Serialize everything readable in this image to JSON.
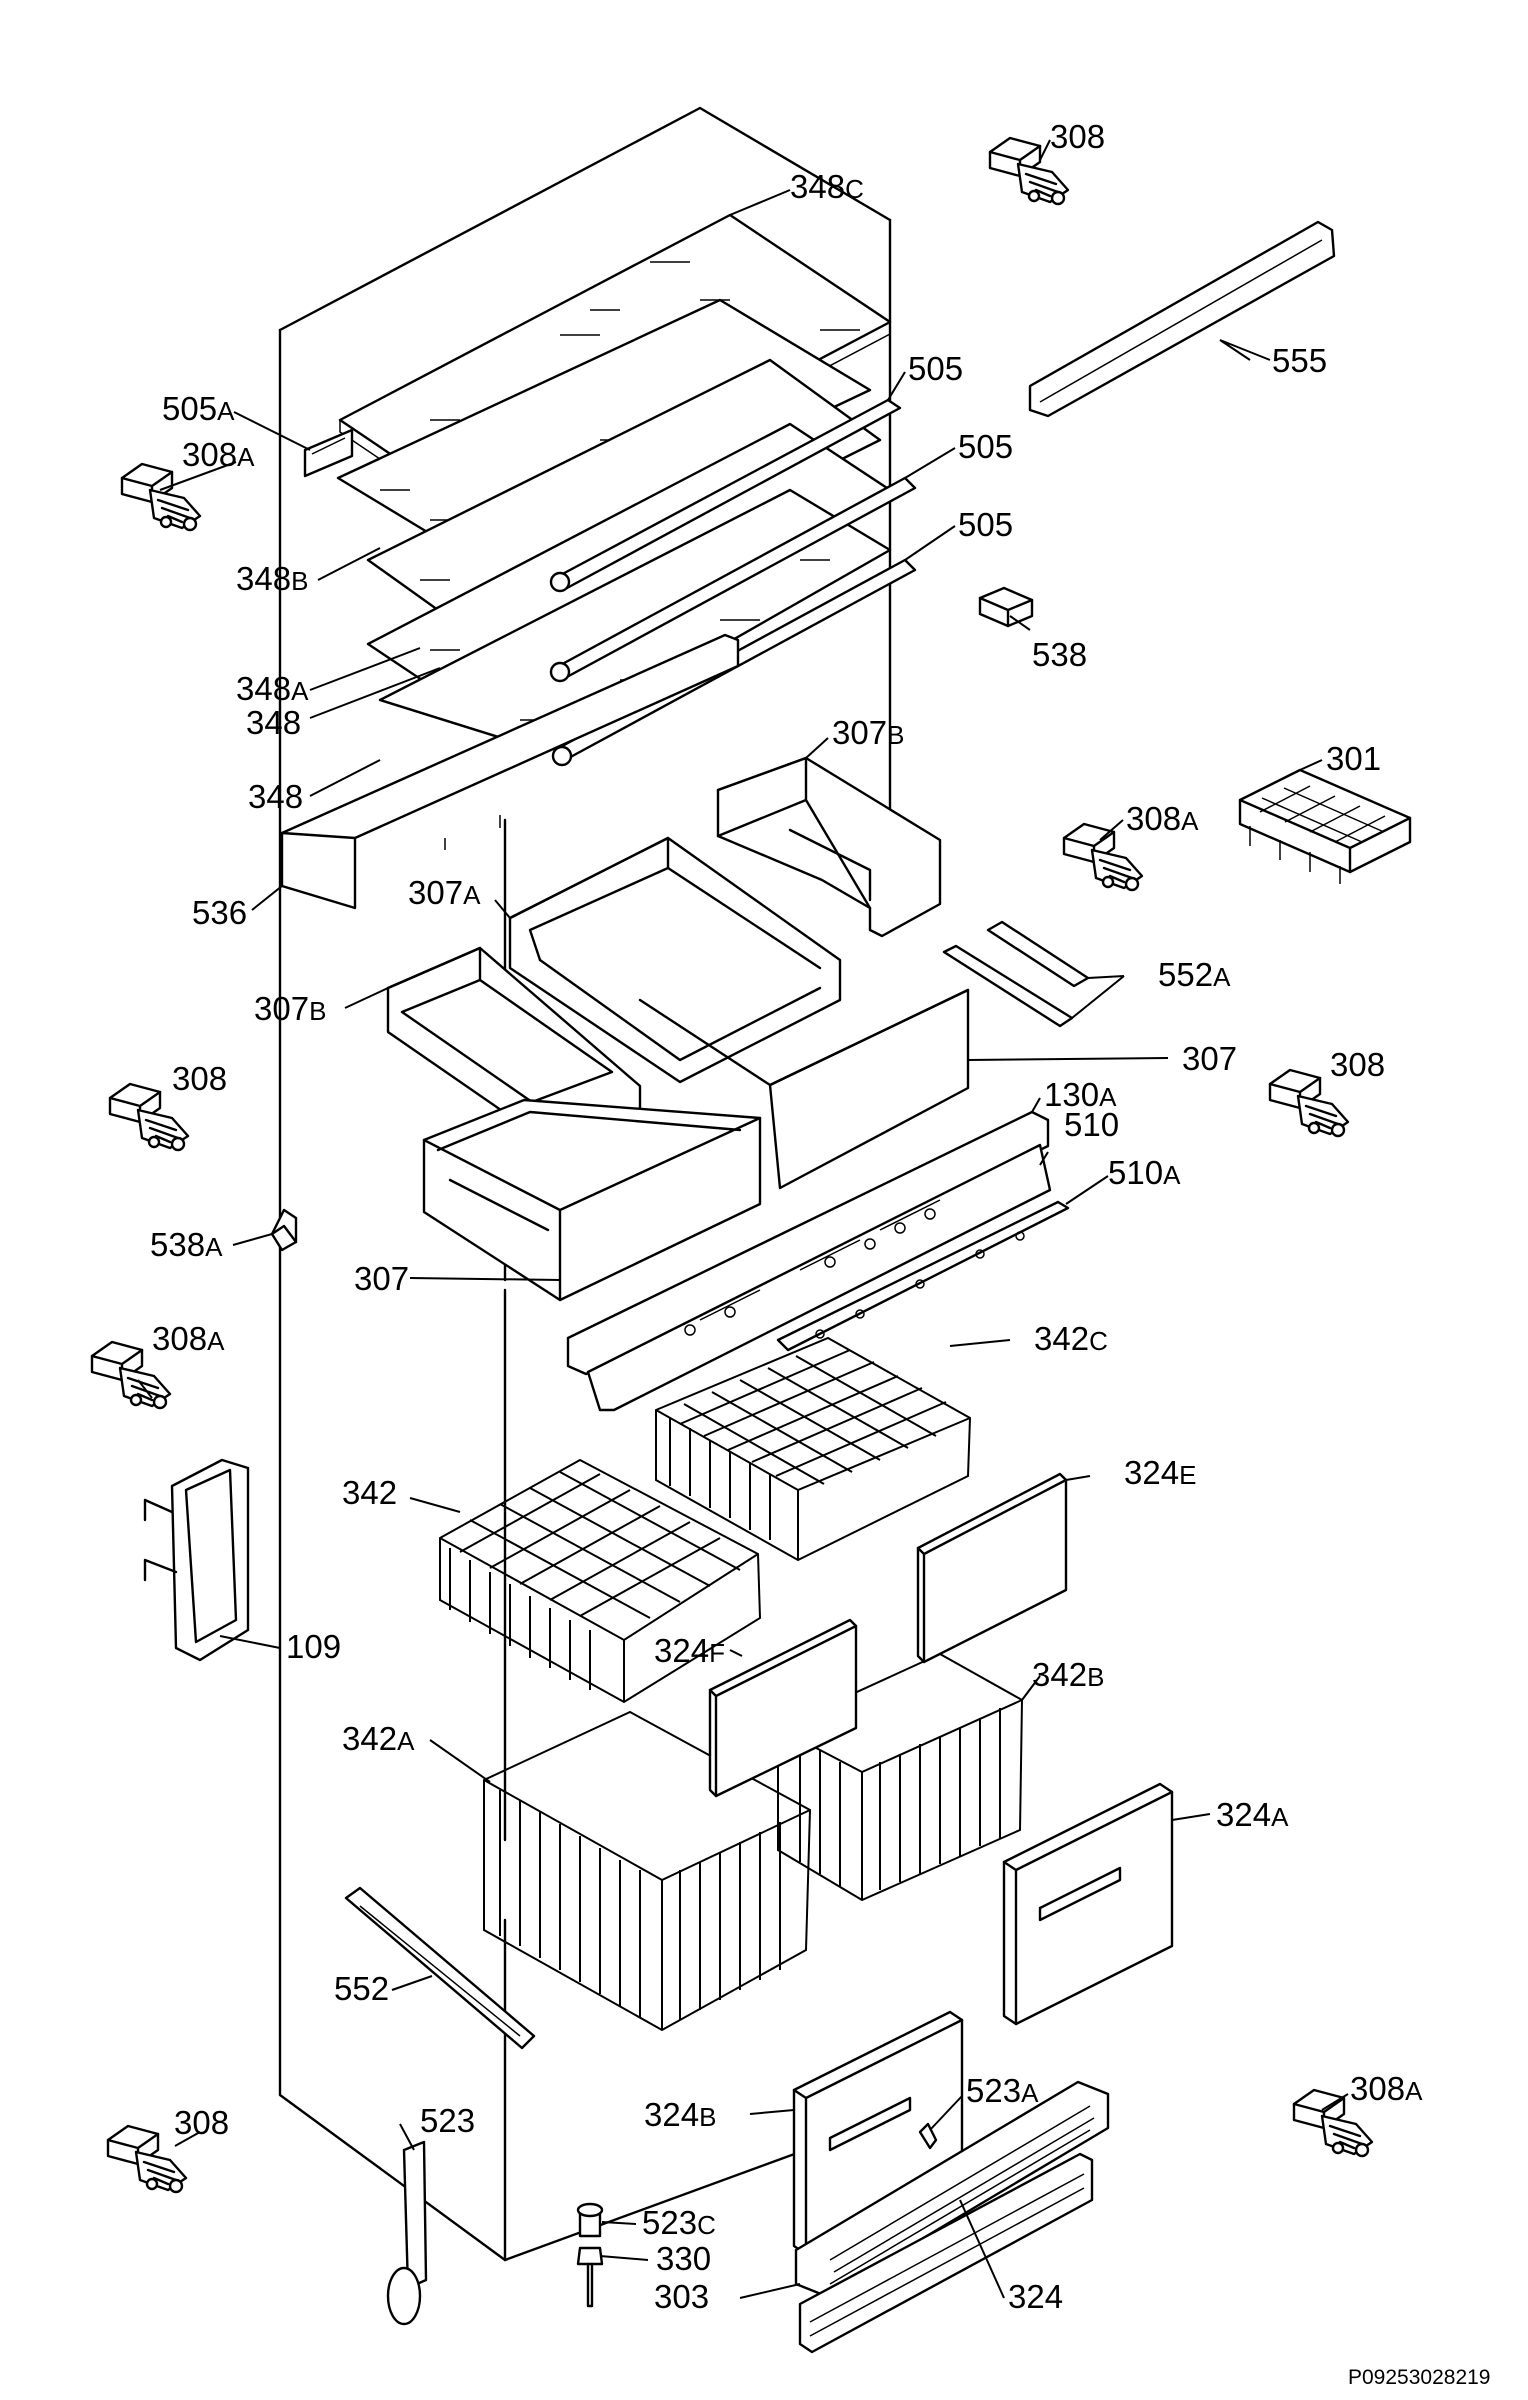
{
  "parts": {
    "p348c": "348",
    "p348c_s": "C",
    "p308_top": "308",
    "p505_1": "505",
    "p505a": "505",
    "p505a_s": "A",
    "p555": "555",
    "p308a_1": "308",
    "p308a_1_s": "A",
    "p505_2": "505",
    "p505_3": "505",
    "p348b": "348",
    "p348b_s": "B",
    "p538": "538",
    "p348a": "348",
    "p348a_s": "A",
    "p348_1": "348",
    "p307b_1": "307",
    "p307b_1_s": "B",
    "p301": "301",
    "p348_2": "348",
    "p308a_2": "308",
    "p308a_2_s": "A",
    "p307a": "307",
    "p307a_s": "A",
    "p536": "536",
    "p552a": "552",
    "p552a_s": "A",
    "p307b_2": "307",
    "p307b_2_s": "B",
    "p307_1": "307",
    "p308_left": "308",
    "p308_right": "308",
    "p130a": "130",
    "p130a_s": "A",
    "p510": "510",
    "p510a": "510",
    "p510a_s": "A",
    "p538a": "538",
    "p538a_s": "A",
    "p307_2": "307",
    "p342c": "342",
    "p342c_s": "C",
    "p308a_3": "308",
    "p308a_3_s": "A",
    "p342": "342",
    "p324e": "324",
    "p324e_s": "E",
    "p109": "109",
    "p324f": "324",
    "p324f_s": "F",
    "p342b": "342",
    "p342b_s": "B",
    "p342a": "342",
    "p342a_s": "A",
    "p324a": "324",
    "p324a_s": "A",
    "p552": "552",
    "p523a": "523",
    "p523a_s": "A",
    "p308_bottom": "308",
    "p523": "523",
    "p308a_4": "308",
    "p308a_4_s": "A",
    "p324b": "324",
    "p324b_s": "B",
    "p523c": "523",
    "p523c_s": "C",
    "p330": "330",
    "p303": "303",
    "p324": "324"
  },
  "document_number": "P09253028219"
}
